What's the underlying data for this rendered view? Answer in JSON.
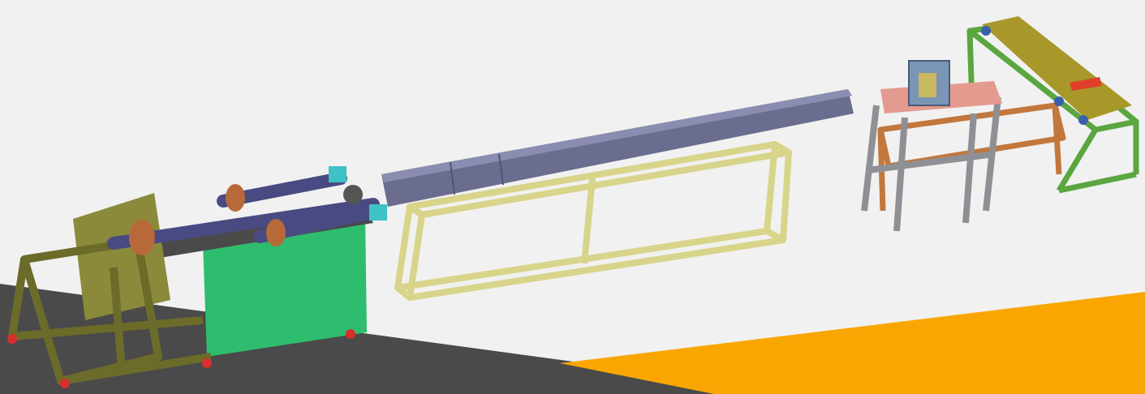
{
  "scene": {
    "background": "#f1f1f1",
    "floor_color": "#4a4a4a",
    "accent_color": "#f9a602",
    "machines": [
      {
        "name": "winding-machine",
        "frame_color": "#6b6b2a",
        "base_color": "#2ebd6e",
        "spool_color": "#b8693a",
        "shaft_color": "#4a4a82"
      },
      {
        "name": "feed-trough",
        "trough_color": "#6a6d8e",
        "stand_color": "#d8d48a"
      },
      {
        "name": "conveyor-station",
        "belt_color": "#a8982a",
        "frame_color": "#5aa640",
        "leg_color": "#8e9095",
        "table_color": "#e49a8e",
        "sub_frame_color": "#c2773c"
      }
    ]
  }
}
